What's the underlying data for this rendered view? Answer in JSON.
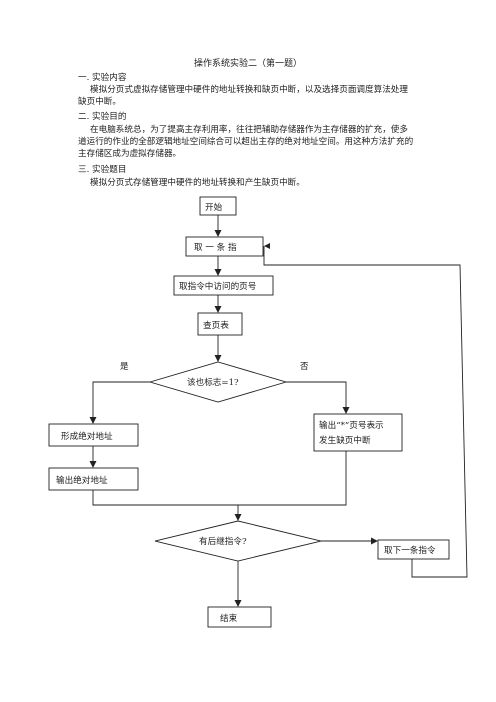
{
  "doc": {
    "title": "操作系统实验二（第一题）",
    "s1_heading": "一. 实验内容",
    "s1_body": "模拟分页式虚拟存储管理中硬件的地址转换和缺页中断，以及选择页面调度算法处理缺页中断。",
    "s2_heading": "二. 实验目的",
    "s2_body": "在电脑系统总，为了提高主存利用率，往往把辅助存储器作为主存储器的扩充，使多道运行的作业的全部逻辑地址空间综合可以超出主存的绝对地址空间。用这种方法扩充的主存储区成为虚拟存储器。",
    "s3_heading": "三. 实验题目",
    "s3_body": "模拟分页式存储管理中硬件的地址转换和产生缺页中断。"
  },
  "flow": {
    "start": "开始",
    "fetch": "取 一 条 指",
    "get_page": "取指令中访问的页号",
    "lookup": "查页表",
    "yes": "是",
    "no": "否",
    "decision1": "该也标志=1?",
    "form_addr": "形成绝对地址",
    "output_addr": "输出绝对地址",
    "page_fault_line1": "输出“*”页号表示",
    "page_fault_line2": "发生缺页中断",
    "decision2": "有后继指令?",
    "next_instr": "取下一条指令",
    "end": "结束"
  }
}
